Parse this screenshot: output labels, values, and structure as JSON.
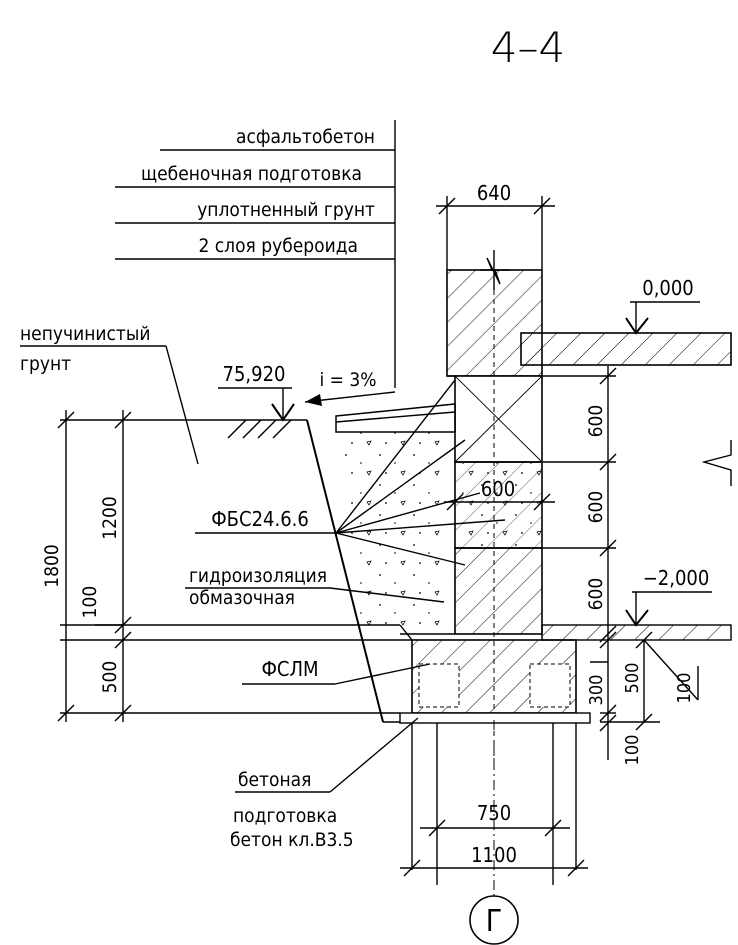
{
  "section_title": "4–4",
  "layers": {
    "l1": "асфальтобетон",
    "l2": "щебеночная подготовка",
    "l3": "уплотненный грунт",
    "l4": "2 слоя рубероида"
  },
  "labels": {
    "soil_1": "непучинистый",
    "soil_2": "грунт",
    "slope": "i = 3%",
    "block": "ФБС24.6.6",
    "waterproof_1": "гидроизоляция",
    "waterproof_2": "обмазочная",
    "footing": "ФСЛМ",
    "prep_1": "бетоная",
    "prep_2": "подготовка",
    "prep_3": "бетон кл.В3.5"
  },
  "elevations": {
    "ground": "75,920",
    "floor": "0,000",
    "basement": "−2,000"
  },
  "dimensions": {
    "wall_width": "640",
    "block_1": "600",
    "block_2": "600",
    "block_3": "600",
    "block_width": "600",
    "depth_total": "1800",
    "depth_1200": "1200",
    "d_100_left": "100",
    "d_500_left": "500",
    "d_300": "300",
    "d_500_right": "500",
    "d_100_right": "100",
    "d_100_bottom": "100",
    "footing_width": "750",
    "prep_width": "1100"
  },
  "axis_label": "Г"
}
